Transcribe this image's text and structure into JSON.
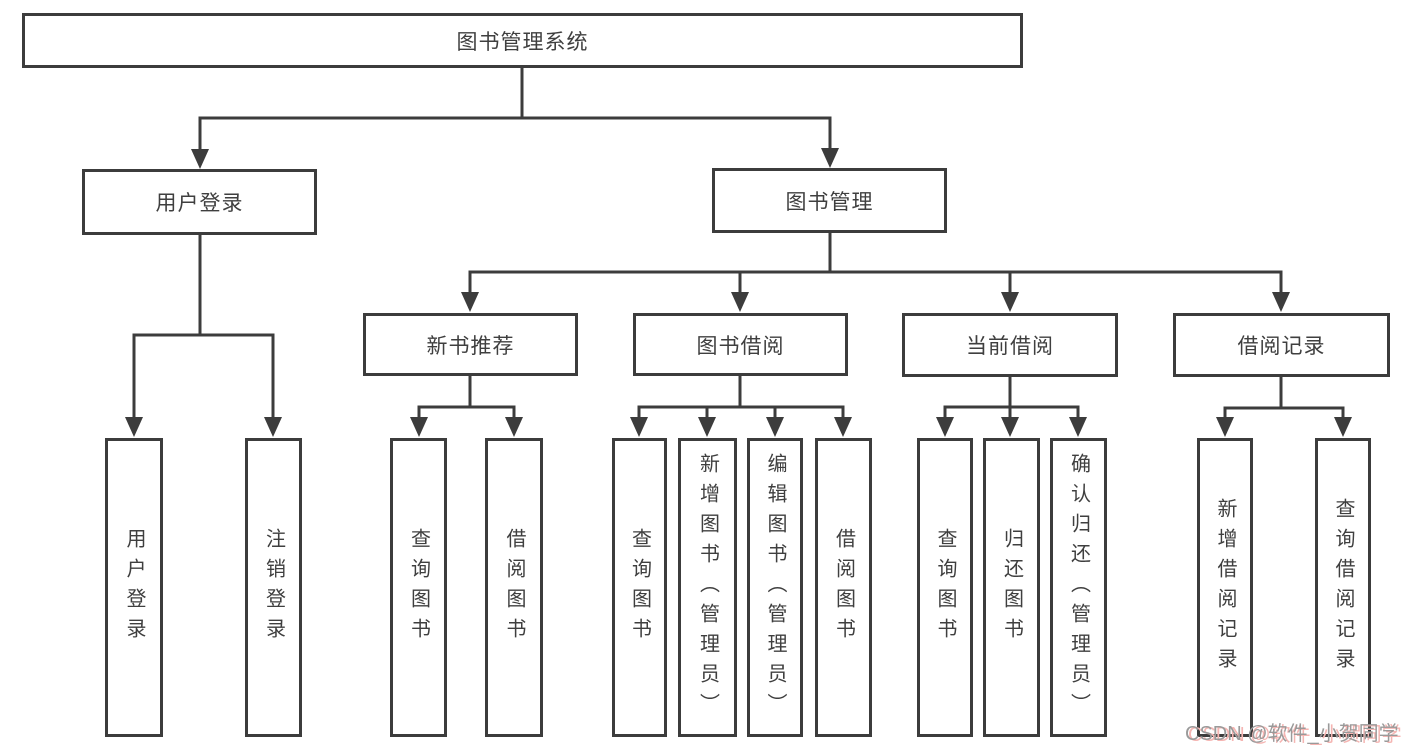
{
  "diagram": {
    "title": "图书管理系统",
    "nodes": {
      "root": {
        "label": "图书管理系统"
      },
      "user_login": {
        "label": "用户登录"
      },
      "book_mgmt": {
        "label": "图书管理"
      },
      "new_book_rec": {
        "label": "新书推荐"
      },
      "book_borrow": {
        "label": "图书借阅"
      },
      "current_borrow": {
        "label": "当前借阅"
      },
      "borrow_record": {
        "label": "借阅记录"
      },
      "leaf_login": {
        "label": "用户登录"
      },
      "leaf_logout": {
        "label": "注销登录"
      },
      "leaf_nbr_query": {
        "label": "查询图书"
      },
      "leaf_nbr_borrow": {
        "label": "借阅图书"
      },
      "leaf_bb_query": {
        "label": "查询图书"
      },
      "leaf_bb_add": {
        "label": "新增图书（管理员）"
      },
      "leaf_bb_edit": {
        "label": "编辑图书（管理员）"
      },
      "leaf_bb_borrow": {
        "label": "借阅图书"
      },
      "leaf_cb_query": {
        "label": "查询图书"
      },
      "leaf_cb_return": {
        "label": "归还图书"
      },
      "leaf_cb_confirm": {
        "label": "确认归还（管理员）"
      },
      "leaf_br_add": {
        "label": "新增借阅记录"
      },
      "leaf_br_query": {
        "label": "查询借阅记录"
      }
    },
    "colors": {
      "line": "#3c3c3c",
      "text": "#3f3f3f",
      "watermark": "#9a9a9a",
      "watermark_shadow": "#f5b5b2"
    }
  },
  "watermark": {
    "text": "CSDN @软件_小贺同学"
  }
}
